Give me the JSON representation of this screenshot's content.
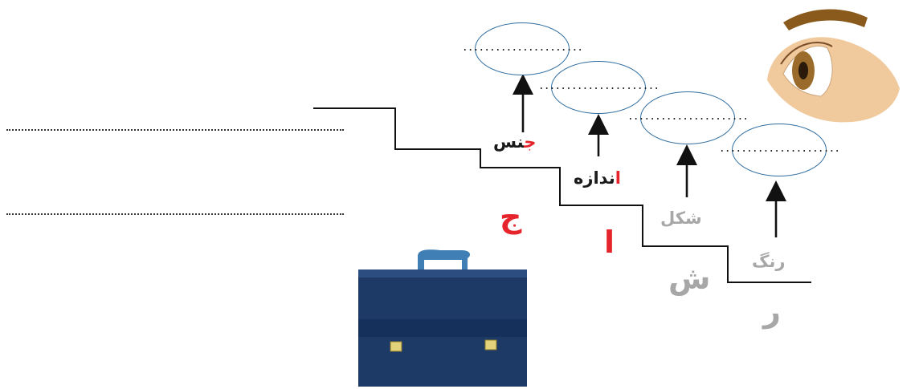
{
  "answer_lines": [
    {
      "placeholder": "................................................"
    },
    {
      "placeholder": "................................................"
    }
  ],
  "ellipses": [
    {
      "text": "......................"
    },
    {
      "text": "......................"
    },
    {
      "text": "......................"
    },
    {
      "text": "......................"
    }
  ],
  "labels": {
    "material": {
      "first_letter": "ج",
      "rest": "نس"
    },
    "size": {
      "first_letter": "ا",
      "rest": "ندازه"
    },
    "shape": "شکل",
    "color": "رنگ"
  },
  "letters": {
    "material": "ج",
    "size": "ا",
    "shape": "ش",
    "color": "ر"
  },
  "colors": {
    "accent_red": "#e5242b",
    "muted_gray": "#a7a7a7",
    "ellipse_border": "#2f6da0",
    "bag_blue": "#1d3a66"
  },
  "icons": [
    "eye-icon",
    "briefcase-icon"
  ]
}
